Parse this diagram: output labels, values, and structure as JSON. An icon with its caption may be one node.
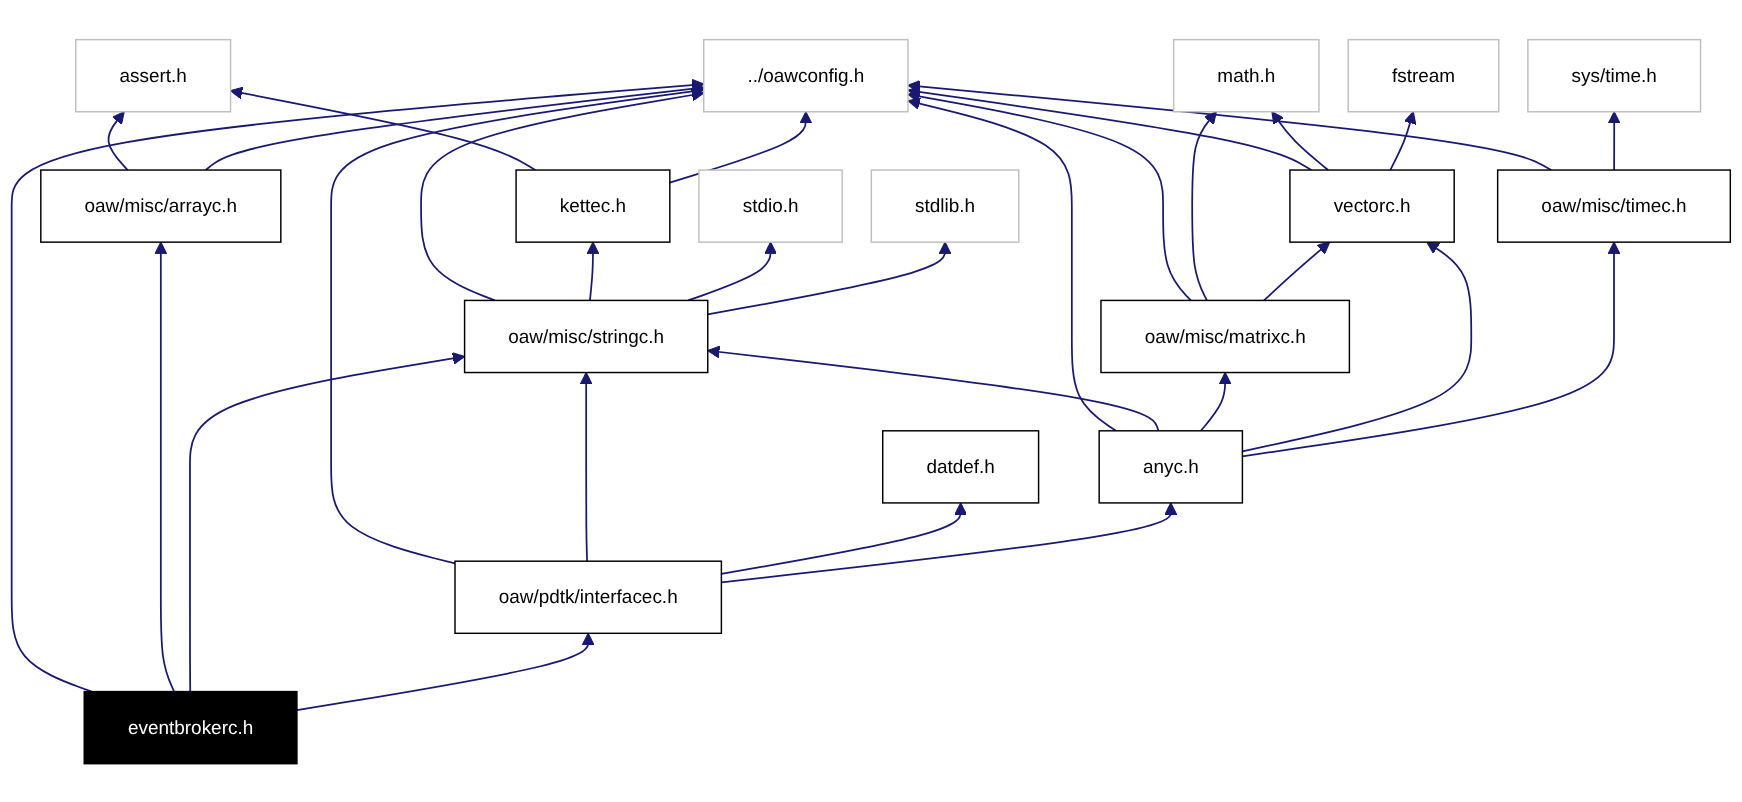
{
  "diagram": {
    "nodes": [
      {
        "text": [
          "assert.h"
        ]
      },
      {
        "text": [
          "../oawconfig.h"
        ]
      },
      {
        "text": [
          "math.h"
        ]
      },
      {
        "text": [
          "fstream"
        ]
      },
      {
        "text": [
          "sys/time.h"
        ]
      },
      {
        "text": [
          "oaw/misc/arrayc.h"
        ]
      },
      {
        "text": [
          "kettec.h"
        ]
      },
      {
        "text": [
          "stdio.h"
        ]
      },
      {
        "text": [
          "stdlib.h"
        ]
      },
      {
        "text": [
          "vectorc.h"
        ]
      },
      {
        "text": [
          "oaw/misc/timec.h"
        ]
      },
      {
        "text": [
          "oaw/misc/stringc.h"
        ]
      },
      {
        "text": [
          "oaw/misc/matrixc.h"
        ]
      },
      {
        "text": [
          "datdef.h"
        ]
      },
      {
        "text": [
          "anyc.h"
        ]
      },
      {
        "text": [
          "oaw/pdtk/interfacec.h"
        ]
      },
      {
        "text": [
          "eventbrokerc.h"
        ]
      }
    ],
    "edges": [
      {
        "from": 5,
        "to": 0,
        "arrow": "to"
      },
      {
        "from": 5,
        "to": 1,
        "arrow": "to"
      },
      {
        "from": 6,
        "to": 0,
        "arrow": "to"
      },
      {
        "from": 6,
        "to": 1,
        "arrow": "to"
      },
      {
        "from": 9,
        "to": 1,
        "arrow": "to"
      },
      {
        "from": 9,
        "to": 2,
        "arrow": "to"
      },
      {
        "from": 9,
        "to": 3,
        "arrow": "to"
      },
      {
        "from": 10,
        "to": 1,
        "arrow": "to"
      },
      {
        "from": 10,
        "to": 4,
        "arrow": "to"
      },
      {
        "from": 11,
        "to": 1,
        "arrow": "to"
      },
      {
        "from": 11,
        "to": 6,
        "arrow": "to"
      },
      {
        "from": 11,
        "to": 7,
        "arrow": "to"
      },
      {
        "from": 11,
        "to": 8,
        "arrow": "to"
      },
      {
        "from": 12,
        "to": 1,
        "arrow": "to"
      },
      {
        "from": 12,
        "to": 2,
        "arrow": "to"
      },
      {
        "from": 12,
        "to": 9,
        "arrow": "to"
      },
      {
        "from": 14,
        "to": 1,
        "arrow": "to"
      },
      {
        "from": 14,
        "to": 11,
        "arrow": "to"
      },
      {
        "from": 14,
        "to": 12,
        "arrow": "to"
      },
      {
        "from": 14,
        "to": 9,
        "arrow": "to"
      },
      {
        "from": 14,
        "to": 10,
        "arrow": "to"
      },
      {
        "from": 15,
        "to": 1,
        "arrow": "to"
      },
      {
        "from": 15,
        "to": 11,
        "arrow": "to"
      },
      {
        "from": 15,
        "to": 13,
        "arrow": "to"
      },
      {
        "from": 15,
        "to": 14,
        "arrow": "to"
      },
      {
        "from": 16,
        "to": 1,
        "arrow": "to"
      },
      {
        "from": 16,
        "to": 5,
        "arrow": "to"
      },
      {
        "from": 16,
        "to": 11,
        "arrow": "to"
      },
      {
        "from": 16,
        "to": 15,
        "arrow": "to"
      }
    ]
  }
}
